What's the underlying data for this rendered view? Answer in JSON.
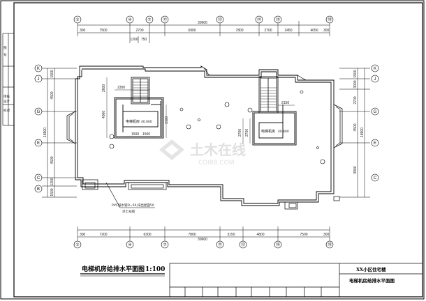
{
  "drawing": {
    "title": "电梯机房给排水平面图",
    "scale": "1:100"
  },
  "title_block": {
    "project": "XX小区住宅楼",
    "sheet_name": "电梯机房给排水平面图"
  },
  "axes_top": [
    {
      "label": "①"
    },
    {
      "label": "④"
    },
    {
      "label": "⑦"
    },
    {
      "label": "⑪"
    },
    {
      "label": "⑬"
    },
    {
      "label": "⑭"
    },
    {
      "label": "⑮"
    },
    {
      "label": "⑱"
    }
  ],
  "axes_bottom": [
    {
      "label": "①"
    },
    {
      "label": "④"
    },
    {
      "label": "⑦"
    },
    {
      "label": "⑪"
    },
    {
      "label": "⑬"
    },
    {
      "label": "⑯"
    },
    {
      "label": "⑱"
    }
  ],
  "axes_left": [
    {
      "label": "K"
    },
    {
      "label": "J"
    },
    {
      "label": "G"
    },
    {
      "label": "E"
    },
    {
      "label": "C"
    },
    {
      "label": "B"
    }
  ],
  "axes_right": [
    {
      "label": "K"
    },
    {
      "label": "J"
    },
    {
      "label": "G"
    },
    {
      "label": "E"
    },
    {
      "label": "C"
    }
  ],
  "dims_top": {
    "overall": "39600",
    "segments": [
      "7500",
      "2700",
      "6900",
      "7800",
      "2700",
      "3450",
      "4050"
    ],
    "ends": [
      "300",
      "300"
    ],
    "sub": [
      "1200",
      "750"
    ]
  },
  "dims_bottom": {
    "overall": "39600",
    "segments": [
      "7200",
      "6300",
      "7800",
      "3150",
      "4800",
      "7500"
    ],
    "ends": [
      "300",
      "300"
    ]
  },
  "dims_left": {
    "overall": "18900",
    "segments": [
      "1500",
      "4500",
      "4500",
      "1200",
      "1500"
    ]
  },
  "dims_right": {
    "overall": "18900",
    "segments": [
      "1500",
      "3000",
      "2700",
      "4500",
      "3900"
    ]
  },
  "rooms": {
    "left_machine_room": "电梯机房",
    "left_level": "40.600",
    "right_machine_room": "电梯机房",
    "right_level": "40.600",
    "left_dims": [
      "2300",
      "2600",
      "4000",
      "1500",
      "1500",
      "3100"
    ],
    "right_dims": [
      "2150",
      "2700",
      "2700"
    ]
  },
  "annotation": {
    "pipe_note": "PVC排水管D=50,排出屋面50",
    "pipe_note2": "见七号图"
  },
  "side_labels": [
    "图",
    "号",
    "审核",
    "设计",
    "校对"
  ]
}
